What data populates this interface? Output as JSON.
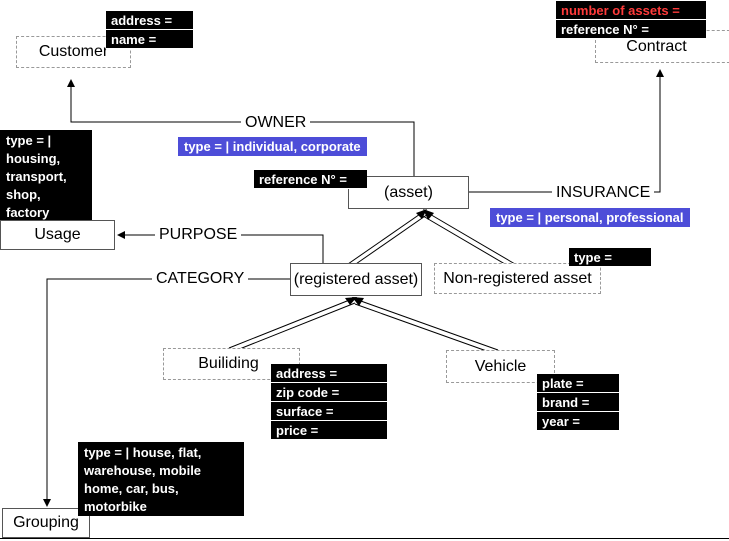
{
  "entities": {
    "customer": "Customer",
    "contract": "Contract",
    "usage": "Usage",
    "asset": "(asset)",
    "registered_asset": "(registered asset)",
    "non_registered_asset": "Non-registered asset",
    "building": "Builiding",
    "vehicle": "Vehicle",
    "grouping": "Grouping"
  },
  "relations": {
    "owner": "OWNER",
    "insurance": "INSURANCE",
    "purpose": "PURPOSE",
    "category": "CATEGORY"
  },
  "attributes": {
    "customer": [
      "address =",
      "name ="
    ],
    "contract": [
      "number of assets =",
      "reference N° ="
    ],
    "owner_reference": "reference N° =",
    "non_registered_type": "type =",
    "building": [
      "address =",
      "zip code =",
      "surface =",
      "price ="
    ],
    "vehicle": [
      "plate =",
      "brand =",
      "year ="
    ]
  },
  "notes": {
    "usage_type": "type = |\nhousing,\ntransport,\nshop,\nfactory",
    "owner_type": "type = | individual, corporate",
    "insurance_type": "type = | personal,  professional",
    "grouping_type": "type = | house,  flat,\nwarehouse, mobile\nhome, car, bus,\nmotorbike"
  },
  "colors": {
    "note_blue": "#4d4dd8",
    "highlight_red": "#ff3b3b",
    "attribute_bg": "#000000"
  }
}
